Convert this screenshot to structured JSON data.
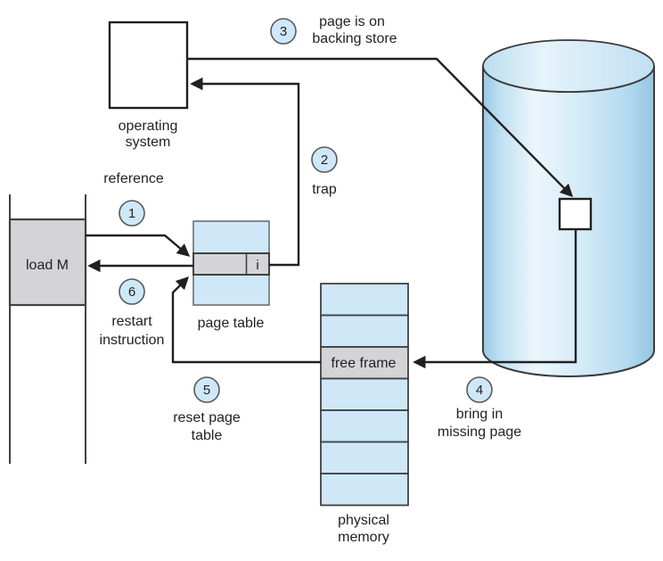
{
  "colors": {
    "light_blue": "#cfe8f8",
    "gray": "#d4d4d6",
    "line_dark": "#231f20",
    "circle_border": "#58595b",
    "cell_border": "#414042"
  },
  "nodes": {
    "operating_system": {
      "line1": "operating",
      "line2": "system"
    },
    "load_m": {
      "label": "load M"
    },
    "page_table": {
      "label": "page table",
      "invalid_bit": "i"
    },
    "physical_memory": {
      "line1": "physical",
      "line2": "memory",
      "free_frame_label": "free frame",
      "row_count": 7,
      "free_frame_row": 3
    }
  },
  "steps": [
    {
      "number": "1",
      "line1": "reference"
    },
    {
      "number": "2",
      "line1": "trap"
    },
    {
      "number": "3",
      "line1": "page is on",
      "line2": "backing store"
    },
    {
      "number": "4",
      "line1": "bring in",
      "line2": "missing page"
    },
    {
      "number": "5",
      "line1": "reset page",
      "line2": "table"
    },
    {
      "number": "6",
      "line1": "restart",
      "line2": "instruction"
    }
  ]
}
